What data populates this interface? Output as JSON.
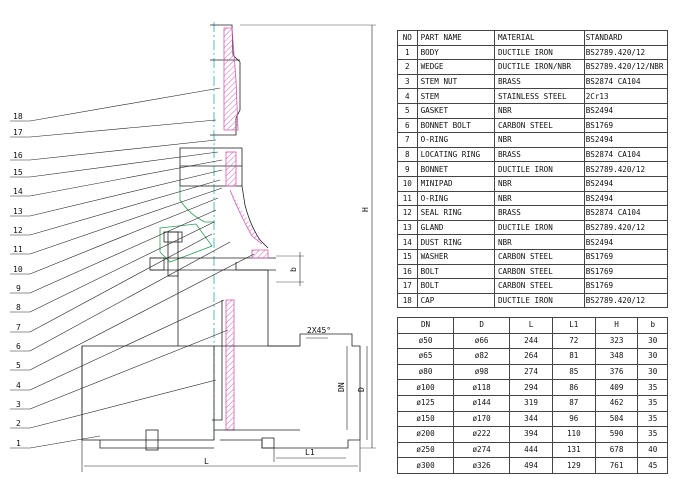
{
  "callouts": [
    "18",
    "17",
    "16",
    "15",
    "14",
    "13",
    "12",
    "11",
    "10",
    "9",
    "8",
    "7",
    "6",
    "5",
    "4",
    "3",
    "2",
    "1"
  ],
  "dimension_labels": {
    "chamfer": "2X45°",
    "height": "H",
    "small_height": "b",
    "dn": "DN",
    "d": "D",
    "l1": "L1",
    "length": "L"
  },
  "parts_table": {
    "headers": [
      "NO",
      "PART NAME",
      "MATERIAL",
      "STANDARD"
    ],
    "rows": [
      [
        "1",
        "BODY",
        "DUCTILE IRON",
        "BS2789.420/12"
      ],
      [
        "2",
        "WEDGE",
        "DUCTILE IRON/NBR",
        "BS2789.420/12/NBR"
      ],
      [
        "3",
        "STEM NUT",
        "BRASS",
        "BS2874 CA104"
      ],
      [
        "4",
        "STEM",
        "STAINLESS STEEL",
        "2Cr13"
      ],
      [
        "5",
        "GASKET",
        "NBR",
        "BS2494"
      ],
      [
        "6",
        "BONNET BOLT",
        "CARBON STEEL",
        "BS1769"
      ],
      [
        "7",
        "O-RING",
        "NBR",
        "BS2494"
      ],
      [
        "8",
        "LOCATING RING",
        "BRASS",
        "BS2874 CA104"
      ],
      [
        "9",
        "BONNET",
        "DUCTILE IRON",
        "BS2789.420/12"
      ],
      [
        "10",
        "MINIPAD",
        "NBR",
        "BS2494"
      ],
      [
        "11",
        "O-RING",
        "NBR",
        "BS2494"
      ],
      [
        "12",
        "SEAL RING",
        "BRASS",
        "BS2874 CA104"
      ],
      [
        "13",
        "GLAND",
        "DUCTILE IRON",
        "BS2789.420/12"
      ],
      [
        "14",
        "DUST RING",
        "NBR",
        "BS2494"
      ],
      [
        "15",
        "WASHER",
        "CARBON STEEL",
        "BS1769"
      ],
      [
        "16",
        "BOLT",
        "CARBON STEEL",
        "BS1769"
      ],
      [
        "17",
        "BOLT",
        "CARBON STEEL",
        "BS1769"
      ],
      [
        "18",
        "CAP",
        "DUCTILE IRON",
        "BS2789.420/12"
      ]
    ]
  },
  "dims_table": {
    "headers": [
      "DN",
      "D",
      "L",
      "L1",
      "H",
      "b"
    ],
    "rows": [
      [
        "ø50",
        "ø66",
        "244",
        "72",
        "323",
        "30"
      ],
      [
        "ø65",
        "ø82",
        "264",
        "81",
        "348",
        "30"
      ],
      [
        "ø80",
        "ø98",
        "274",
        "85",
        "376",
        "30"
      ],
      [
        "ø100",
        "ø118",
        "294",
        "86",
        "409",
        "35"
      ],
      [
        "ø125",
        "ø144",
        "319",
        "87",
        "462",
        "35"
      ],
      [
        "ø150",
        "ø170",
        "344",
        "96",
        "504",
        "35"
      ],
      [
        "ø200",
        "ø222",
        "394",
        "110",
        "590",
        "35"
      ],
      [
        "ø250",
        "ø274",
        "444",
        "131",
        "678",
        "40"
      ],
      [
        "ø300",
        "ø326",
        "494",
        "129",
        "761",
        "45"
      ]
    ]
  },
  "colors": {
    "line": "#222222",
    "green": "#2e9e57",
    "magenta": "#d45ab0",
    "cyan": "#2aa7b8",
    "hatch": "#cc66bb"
  }
}
